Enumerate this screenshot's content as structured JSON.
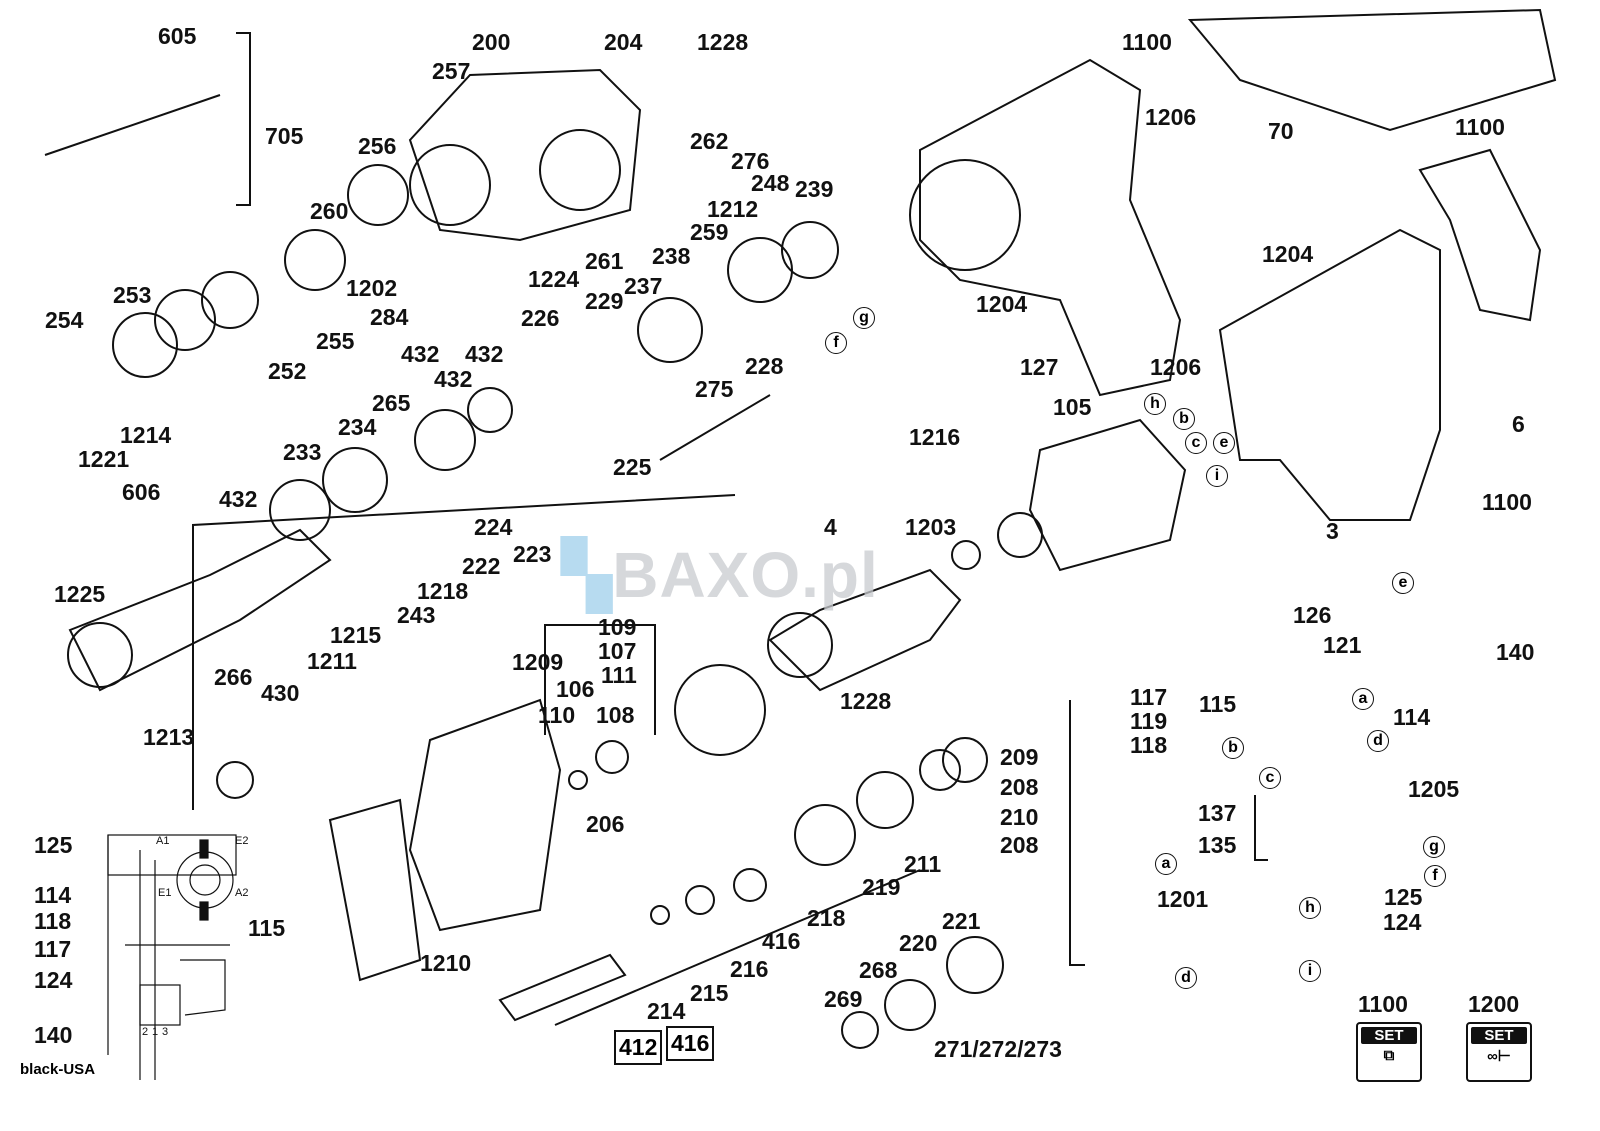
{
  "title": "Rotary hammer exploded parts diagram",
  "watermark": "BAXO.pl",
  "labels": [
    "605",
    "705",
    "200",
    "257",
    "204",
    "1228",
    "1100",
    "70",
    "256",
    "262",
    "276",
    "1206",
    "1100",
    "260",
    "248",
    "239",
    "1212",
    "259",
    "1202",
    "1224",
    "261",
    "238",
    "237",
    "1204",
    "253",
    "254",
    "284",
    "229",
    "1204",
    "255",
    "226",
    "432",
    "432",
    "432",
    "127",
    "1206",
    "252",
    "265",
    "228",
    "275",
    "105",
    "1221",
    "1214",
    "234",
    "1216",
    "6",
    "233",
    "225",
    "606",
    "432",
    "1100",
    "224",
    "1203",
    "4",
    "3",
    "223",
    "222",
    "1225",
    "1218",
    "243",
    "109",
    "1215",
    "107",
    "126",
    "121",
    "140",
    "1211",
    "1209",
    "111",
    "266",
    "430",
    "106",
    "117",
    "1228",
    "115",
    "110",
    "108",
    "119",
    "114",
    "1213",
    "118",
    "209",
    "208",
    "1205",
    "137",
    "210",
    "206",
    "125",
    "135",
    "208",
    "211",
    "125",
    "114",
    "219",
    "1201",
    "118",
    "221",
    "218",
    "124",
    "117",
    "115",
    "416",
    "220",
    "216",
    "1210",
    "124",
    "268",
    "269",
    "214",
    "215",
    "1100",
    "1200",
    "140",
    "271/272/273"
  ],
  "letters": [
    "a",
    "a",
    "b",
    "b",
    "c",
    "c",
    "d",
    "d",
    "e",
    "e",
    "f",
    "f",
    "g",
    "g",
    "h",
    "h",
    "i",
    "i"
  ],
  "wiring": {
    "terminals": [
      "A1",
      "E2",
      "E1",
      "A2"
    ],
    "switch_pins": [
      "2",
      "1",
      "3"
    ],
    "variant_label": "black-USA"
  },
  "boxed_parts": [
    "412",
    "416"
  ],
  "set_badges": [
    {
      "number": "1100",
      "text": "SET"
    },
    {
      "number": "1200",
      "text": "SET"
    }
  ]
}
